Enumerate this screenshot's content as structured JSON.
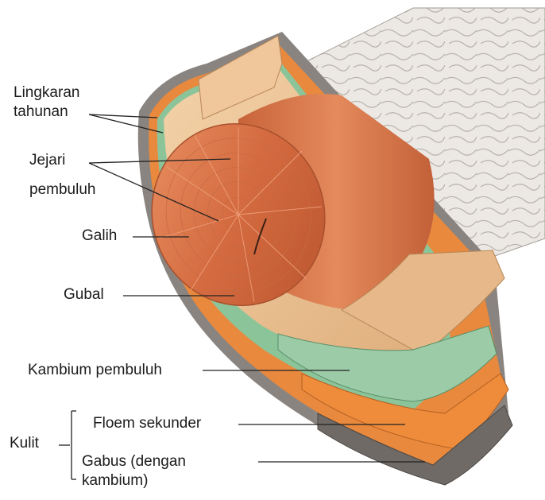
{
  "labels": {
    "lingkaran_line1": "Lingkaran",
    "lingkaran_line2": "tahunan",
    "jejari_line1": "Jejari",
    "jejari_line2": "pembuluh",
    "galih": "Galih",
    "gubal": "Gubal",
    "kambium_pembuluh": "Kambium pembuluh",
    "kulit": "Kulit",
    "floem_sekunder": "Floem sekunder",
    "gabus_line1": "Gabus (dengan",
    "gabus_line2": "kambium)"
  },
  "colors": {
    "bark_outer": "#8a8480",
    "bark_texture": "#e8e4df",
    "cork": "#6f6a66",
    "phloem": "#e8893e",
    "cambium": "#8cc49a",
    "sapwood": "#f0c99a",
    "heartwood": "#d9754a",
    "line": "#222222"
  }
}
